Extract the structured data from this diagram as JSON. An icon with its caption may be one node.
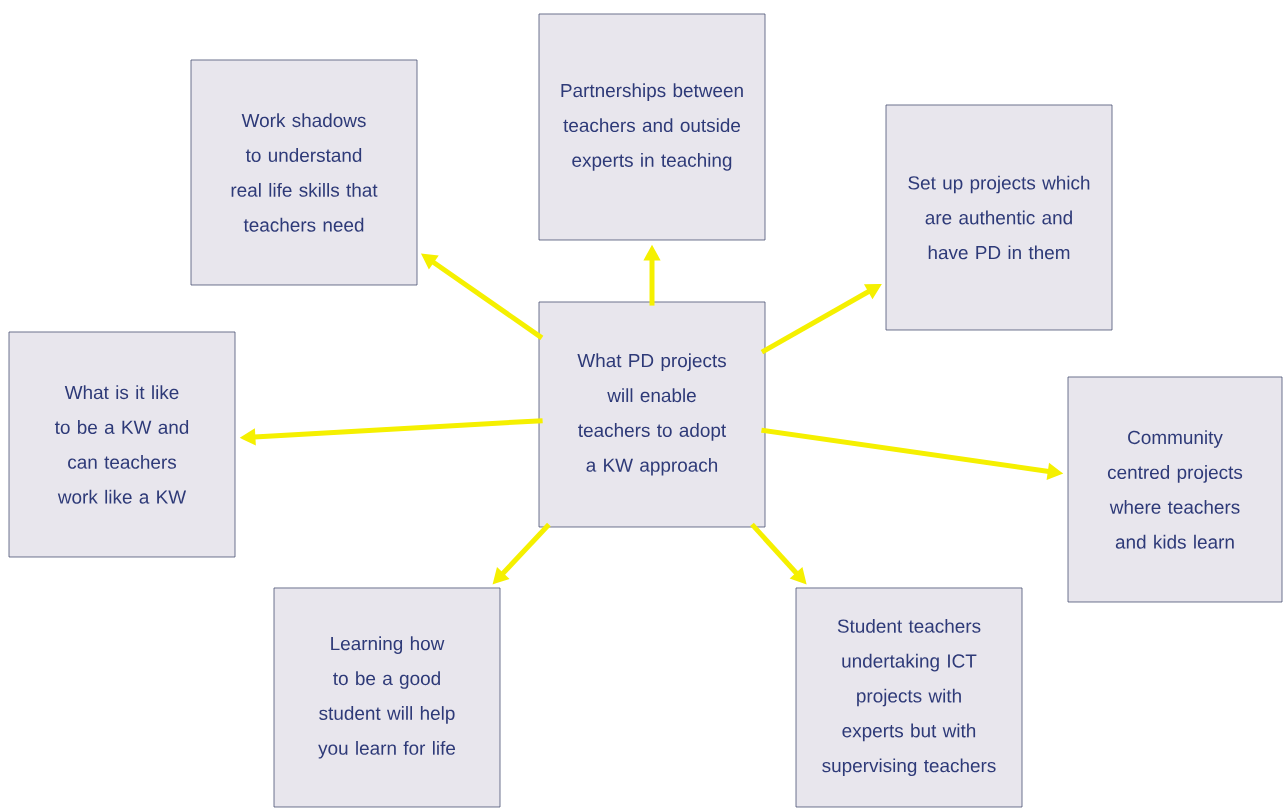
{
  "diagram": {
    "nodes": [
      {
        "text": [
          "What PD projects will enable teachers to adopt a KW approach"
        ]
      },
      {
        "text": [
          "Work shadows to understand real life skills that teachers need"
        ]
      },
      {
        "text": [
          "Partnerships between teachers and outside experts in teaching"
        ]
      },
      {
        "text": [
          "Set up projects which are authentic and have PD in them"
        ]
      },
      {
        "text": [
          "What is it like to be a KW and can teachers work like a KW"
        ]
      },
      {
        "text": [
          "Community centred projects where teachers and kids learn"
        ]
      },
      {
        "text": [
          "Learning how to be a good student will help you learn for life"
        ]
      },
      {
        "text": [
          "Student teachers undertaking ICT projects with experts but with supervising teachers"
        ]
      }
    ],
    "edges": [
      {
        "from": 0,
        "to": 1,
        "arrow": "to"
      },
      {
        "from": 0,
        "to": 2,
        "arrow": "to"
      },
      {
        "from": 0,
        "to": 3,
        "arrow": "to"
      },
      {
        "from": 0,
        "to": 4,
        "arrow": "to"
      },
      {
        "from": 0,
        "to": 5,
        "arrow": "to"
      },
      {
        "from": 0,
        "to": 6,
        "arrow": "to"
      },
      {
        "from": 0,
        "to": 7,
        "arrow": "to"
      }
    ]
  }
}
